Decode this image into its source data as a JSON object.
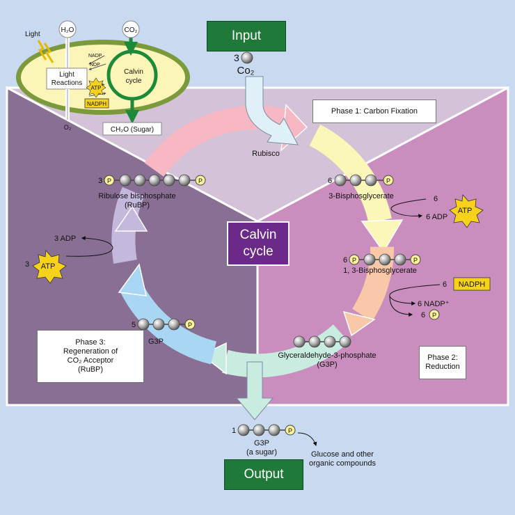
{
  "inset": {
    "light": "Light",
    "h2o": "H₂O",
    "co2": "CO₂",
    "nadp": "NADP",
    "ndp": "NDP",
    "light_reactions_1": "Light",
    "light_reactions_2": "Reactions",
    "calvin_1": "Calvin",
    "calvin_2": "cycle",
    "atp": "ATP",
    "nadph": "NADPH",
    "o2": "O₂",
    "sugar": "CH₂O (Sugar)"
  },
  "input": {
    "label": "Input",
    "count": "3",
    "molecule": "Co₂"
  },
  "output": {
    "label": "Output",
    "count": "1",
    "name": "G3P",
    "sub": "(a sugar)",
    "destination_1": "Glucose and other",
    "destination_2": "organic compounds"
  },
  "center": {
    "line1": "Calvin",
    "line2": "cycle"
  },
  "enzyme": "Rubisco",
  "phases": {
    "p1": "Phase 1: Carbon Fixation",
    "p2_1": "Phase 2:",
    "p2_2": "Reduction",
    "p3_1": "Phase 3:",
    "p3_2": "Regeneration of",
    "p3_3": "CO₂ Acceptor",
    "p3_4": "(RuBP)"
  },
  "molecules": {
    "rubp_count": "3",
    "rubp_name": "Ribulose bisphosphate",
    "rubp_abbr": "(RuBP)",
    "bpg_count": "6",
    "bpg_name": "3-Bisphosglycerate",
    "bisbpg_count": "6",
    "bisbpg_name": "1, 3-Bisphosglycerate",
    "g3p_name": "Glyceraldehyde-3-phosphate",
    "g3p_abbr": "(G3P)",
    "g3p5_count": "5",
    "g3p5_name": "G3P",
    "p_symbol": "P"
  },
  "energy": {
    "atp_in_count": "6",
    "atp_label": "ATP",
    "adp_out": "6 ADP",
    "nadph_in_count": "6",
    "nadph_label": "NADPH",
    "nadp_out": "6 NADP⁺",
    "p_out_count": "6",
    "regen_adp": "3 ADP",
    "regen_atp_count": "3"
  },
  "colors": {
    "background": "#c9daf0",
    "phase1": "#d4c2d8",
    "phase2": "#c98dbe",
    "phase3": "#8a6f95",
    "green_box": "#1f7a3a",
    "center_box": "#6b2a8a",
    "atp_star": "#f7d21a",
    "chloroplast": "#fbf5b8"
  }
}
